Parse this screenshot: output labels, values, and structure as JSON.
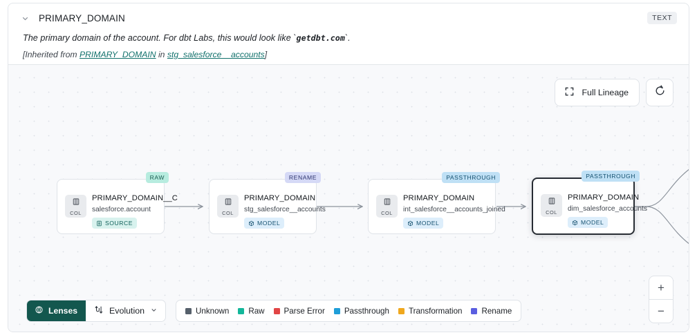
{
  "header": {
    "collapse_icon": "chevron-down-icon",
    "title": "PRIMARY_DOMAIN",
    "type_badge": "TEXT",
    "description_pre": "The primary domain of the account. For dbt Labs, this would look like `",
    "description_code": "getdbt.com",
    "description_post": "`.",
    "inherited_prefix": "[Inherited from ",
    "inherited_column": "PRIMARY_DOMAIN",
    "inherited_mid": " in ",
    "inherited_model": "stg_salesforce__accounts",
    "inherited_suffix": "]"
  },
  "canvas": {
    "full_lineage_label": "Full Lineage",
    "full_lineage_icon": "expand-icon",
    "refresh_icon": "refresh-icon",
    "zoom_in_label": "+",
    "zoom_out_label": "−"
  },
  "nodes": [
    {
      "tag": "RAW",
      "tag_kind": "raw",
      "column": "PRIMARY_DOMAIN__C",
      "dataset": "salesforce.account",
      "type_label": "SOURCE",
      "type_kind": "source",
      "type_icon": "database-icon",
      "col_label": "COL",
      "col_icon": "column-icon",
      "selected": false
    },
    {
      "tag": "RENAME",
      "tag_kind": "rename",
      "column": "PRIMARY_DOMAIN",
      "dataset": "stg_salesforce__accounts",
      "type_label": "MODEL",
      "type_kind": "model",
      "type_icon": "cube-icon",
      "col_label": "COL",
      "col_icon": "column-icon",
      "selected": false
    },
    {
      "tag": "PASSTHROUGH",
      "tag_kind": "passthrough",
      "column": "PRIMARY_DOMAIN",
      "dataset": "int_salesforce__accounts_joined",
      "type_label": "MODEL",
      "type_kind": "model",
      "type_icon": "cube-icon",
      "col_label": "COL",
      "col_icon": "column-icon",
      "selected": false
    },
    {
      "tag": "PASSTHROUGH",
      "tag_kind": "passthrough",
      "column": "PRIMARY_DOMAIN",
      "dataset": "dim_salesforce_accounts",
      "type_label": "MODEL",
      "type_kind": "model",
      "type_icon": "cube-icon",
      "col_label": "COL",
      "col_icon": "column-icon",
      "selected": true
    }
  ],
  "toolbar": {
    "lenses_label": "Lenses",
    "lenses_icon": "lens-icon",
    "evolution_label": "Evolution",
    "evolution_icon": "evolution-icon",
    "evolution_chevron": "chevron-down-icon"
  },
  "legend": [
    {
      "label": "Unknown",
      "color": "#56606b"
    },
    {
      "label": "Raw",
      "color": "#13b79a"
    },
    {
      "label": "Parse Error",
      "color": "#e14545"
    },
    {
      "label": "Passthrough",
      "color": "#1f9ed8"
    },
    {
      "label": "Transformation",
      "color": "#f0a81e"
    },
    {
      "label": "Rename",
      "color": "#5a5ee0"
    }
  ]
}
